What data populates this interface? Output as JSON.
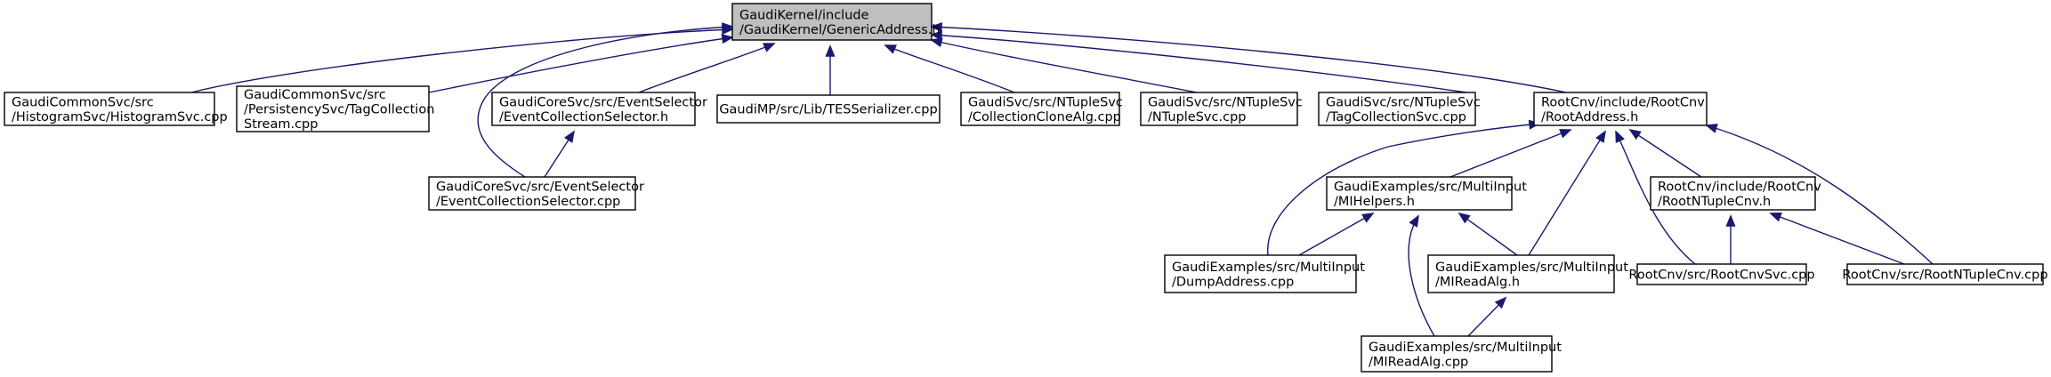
{
  "nodes": [
    {
      "id": "root",
      "lines": [
        "GaudiKernel/include",
        "/GaudiKernel/GenericAddress.h"
      ],
      "highlight": true
    },
    {
      "id": "n1",
      "lines": [
        "GaudiCommonSvc/src",
        "/HistogramSvc/HistogramSvc.cpp"
      ]
    },
    {
      "id": "n2",
      "lines": [
        "GaudiCommonSvc/src",
        "/PersistencySvc/TagCollection",
        "Stream.cpp"
      ]
    },
    {
      "id": "n3",
      "lines": [
        "GaudiCoreSvc/src/EventSelector",
        "/EventCollectionSelector.h"
      ]
    },
    {
      "id": "n4",
      "lines": [
        "GaudiMP/src/Lib/TESSerializer.cpp"
      ]
    },
    {
      "id": "n5",
      "lines": [
        "GaudiSvc/src/NTupleSvc",
        "/CollectionCloneAlg.cpp"
      ]
    },
    {
      "id": "n6",
      "lines": [
        "GaudiSvc/src/NTupleSvc",
        "/NTupleSvc.cpp"
      ]
    },
    {
      "id": "n7",
      "lines": [
        "GaudiSvc/src/NTupleSvc",
        "/TagCollectionSvc.cpp"
      ]
    },
    {
      "id": "n8",
      "lines": [
        "RootCnv/include/RootCnv",
        "/RootAddress.h"
      ]
    },
    {
      "id": "n9",
      "lines": [
        "GaudiCoreSvc/src/EventSelector",
        "/EventCollectionSelector.cpp"
      ]
    },
    {
      "id": "n10",
      "lines": [
        "GaudiExamples/src/MultiInput",
        "/MIHelpers.h"
      ]
    },
    {
      "id": "n11",
      "lines": [
        "RootCnv/include/RootCnv",
        "/RootNTupleCnv.h"
      ]
    },
    {
      "id": "n12",
      "lines": [
        "GaudiExamples/src/MultiInput",
        "/DumpAddress.cpp"
      ]
    },
    {
      "id": "n13",
      "lines": [
        "GaudiExamples/src/MultiInput",
        "/MIReadAlg.h"
      ]
    },
    {
      "id": "n14",
      "lines": [
        "RootCnv/src/RootCnvSvc.cpp"
      ]
    },
    {
      "id": "n15",
      "lines": [
        "RootCnv/src/RootNTupleCnv.cpp"
      ]
    },
    {
      "id": "n16",
      "lines": [
        "GaudiExamples/src/MultiInput",
        "/MIReadAlg.cpp"
      ]
    }
  ],
  "edges": [
    [
      "n1",
      "root"
    ],
    [
      "n2",
      "root"
    ],
    [
      "n3",
      "root"
    ],
    [
      "n4",
      "root"
    ],
    [
      "n5",
      "root"
    ],
    [
      "n6",
      "root"
    ],
    [
      "n7",
      "root"
    ],
    [
      "n8",
      "root"
    ],
    [
      "n9",
      "root"
    ],
    [
      "n9",
      "n3"
    ],
    [
      "n10",
      "n8"
    ],
    [
      "n12",
      "n8"
    ],
    [
      "n13",
      "n8"
    ],
    [
      "n11",
      "n8"
    ],
    [
      "n14",
      "n8"
    ],
    [
      "n15",
      "n8"
    ],
    [
      "n12",
      "n10"
    ],
    [
      "n13",
      "n10"
    ],
    [
      "n16",
      "n10"
    ],
    [
      "n16",
      "n13"
    ],
    [
      "n14",
      "n11"
    ],
    [
      "n15",
      "n11"
    ]
  ],
  "colors": {
    "edge": "#191970",
    "root_fill": "#bfbfbf",
    "node_fill": "#ffffff",
    "border": "#000000"
  }
}
